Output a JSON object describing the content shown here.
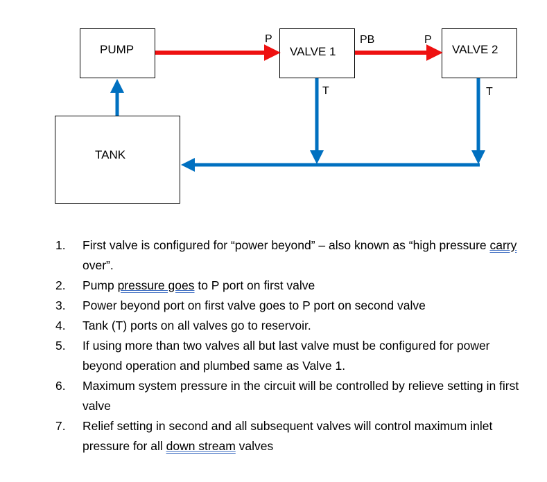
{
  "diagram": {
    "components": {
      "pump": "PUMP",
      "valve1": "VALVE 1",
      "valve2": "VALVE 2",
      "tank": "TANK"
    },
    "ports": {
      "valve1_pressure": "P",
      "valve1_power_beyond": "PB",
      "valve2_pressure": "P",
      "valve1_tank": "T",
      "valve2_tank": "T"
    },
    "colors": {
      "pressure_line": "#ee1111",
      "return_line": "#0070c0",
      "box_border": "#000000"
    },
    "connections": [
      {
        "from": "PUMP",
        "to": "VALVE 1 (P)",
        "type": "pressure"
      },
      {
        "from": "VALVE 1 (PB)",
        "to": "VALVE 2 (P)",
        "type": "pressure"
      },
      {
        "from": "VALVE 1 (T)",
        "to": "TANK",
        "type": "return"
      },
      {
        "from": "VALVE 2 (T)",
        "to": "TANK",
        "type": "return"
      },
      {
        "from": "TANK",
        "to": "PUMP",
        "type": "suction"
      }
    ]
  },
  "notes": [
    {
      "num": "1.",
      "parts": [
        {
          "t": "First valve is configured for “power beyond” – also known as “high pressure "
        },
        {
          "t": "carry",
          "u": true
        },
        {
          "t": " over”."
        }
      ]
    },
    {
      "num": "2.",
      "parts": [
        {
          "t": "Pump "
        },
        {
          "t": "pressure  goes",
          "u": true
        },
        {
          "t": " to P port on first valve"
        }
      ]
    },
    {
      "num": "3.",
      "parts": [
        {
          "t": "Power beyond port on first valve goes to P port on second valve"
        }
      ]
    },
    {
      "num": "4.",
      "parts": [
        {
          "t": "Tank (T) ports on all valves go to reservoir."
        }
      ]
    },
    {
      "num": "5.",
      "parts": [
        {
          "t": "If using more than two valves all but last valve must be configured for power beyond operation and plumbed same as Valve 1."
        }
      ]
    },
    {
      "num": "6.",
      "parts": [
        {
          "t": "Maximum system pressure in the circuit will be controlled by relieve setting in first valve"
        }
      ]
    },
    {
      "num": "7.",
      "parts": [
        {
          "t": "Relief setting in second and all subsequent valves will control maximum inlet pressure for all "
        },
        {
          "t": "down stream",
          "u": true
        },
        {
          "t": " valves"
        }
      ]
    }
  ]
}
